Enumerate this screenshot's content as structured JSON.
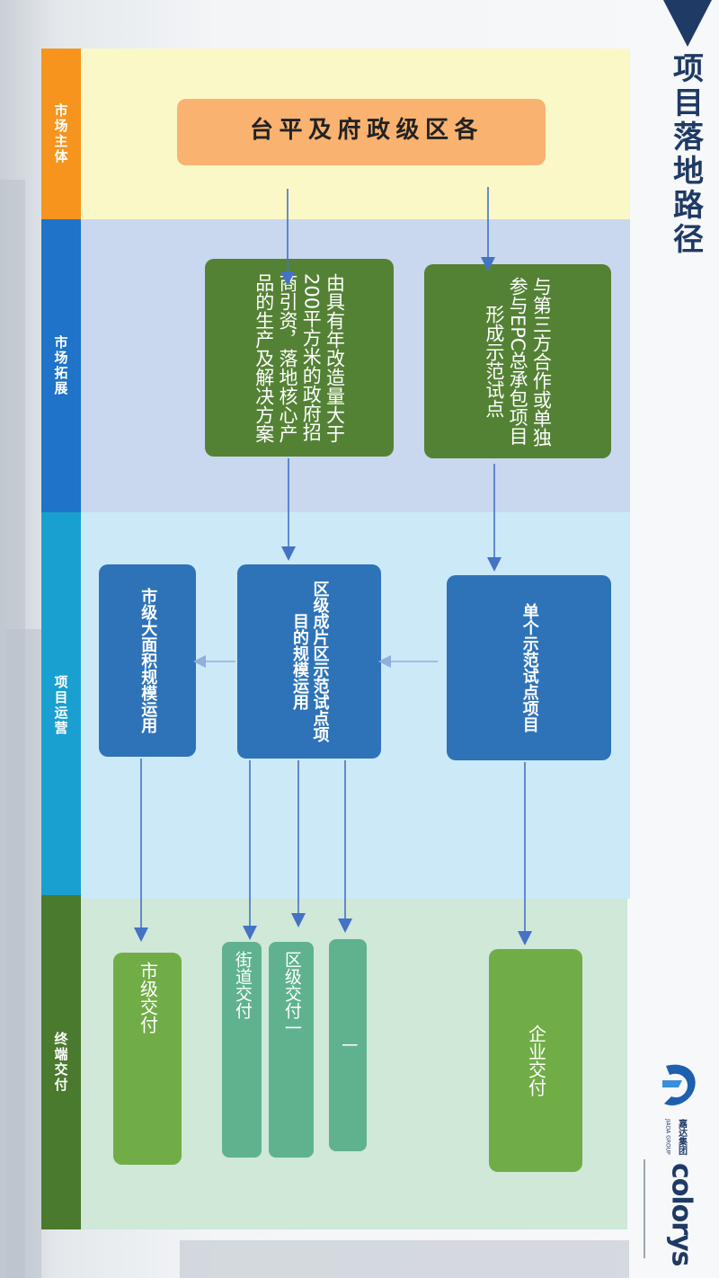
{
  "title": "项目落地路径",
  "rows": {
    "r1": "市场主体",
    "r2": "市场拓展",
    "r3": "项目运营",
    "r4": "终端交付"
  },
  "nodes": {
    "gov": "各区级政府及平台",
    "epc": "与第三方合作或单独参与EPC总承包项目形成示范试点",
    "invest": "由具有年改造量大于200平方米的政府招商引资，落地核心产品的生产及解决方案",
    "single": "单个示范试点项目",
    "district": "区级成片区示范试点项目的规模运用",
    "city_use": "市级大面积规模运用",
    "ent": "企业交付",
    "blank": "一",
    "dist_del": "区级交付一",
    "street": "街道交付",
    "city_del": "市级交付"
  },
  "logos": {
    "jiada_cn": "嘉达集团",
    "jiada_en": "JIADA GROUP",
    "colorys": "colorys"
  },
  "colors": {
    "row1_bg": "#fbf8c8",
    "row2_bg": "#c9d8ee",
    "row3_bg": "#cce9f8",
    "row4_bg": "#cfe8d8",
    "row1_label": "#f7941d",
    "row2_label": "#1f73c8",
    "row3_label": "#1aa0d0",
    "row4_label": "#4a7a2e",
    "arrow": "#4472c4",
    "arrow_light": "#8fb0d8"
  }
}
